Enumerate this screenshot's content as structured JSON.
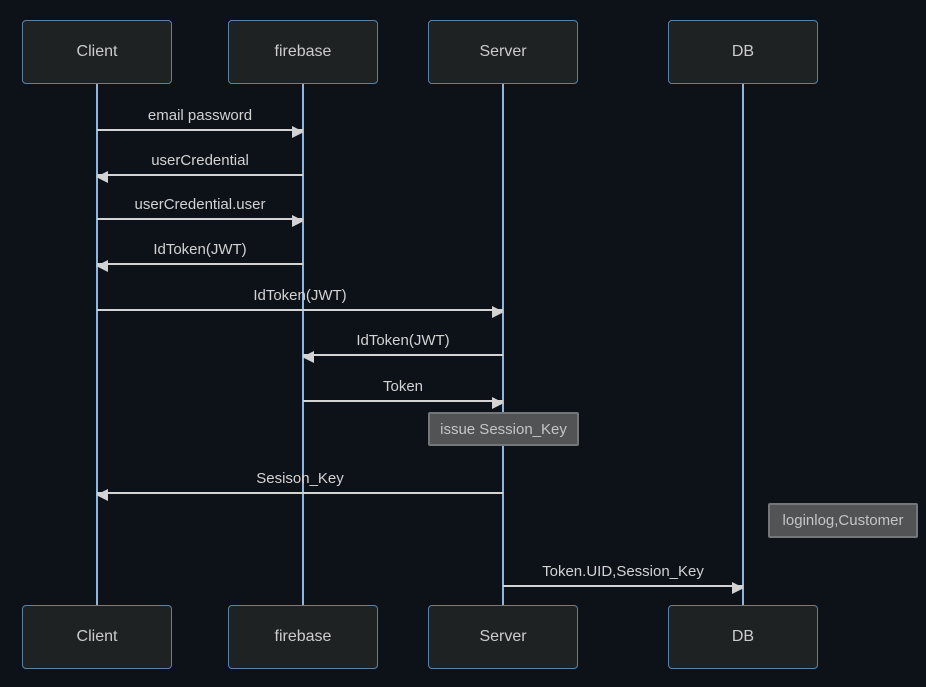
{
  "diagram_type": "sequence",
  "actors": [
    {
      "id": "client",
      "label": "Client"
    },
    {
      "id": "firebase",
      "label": "firebase"
    },
    {
      "id": "server",
      "label": "Server"
    },
    {
      "id": "db",
      "label": "DB"
    }
  ],
  "messages": [
    {
      "label": "email password",
      "from": "Client",
      "to": "firebase"
    },
    {
      "label": "userCredential",
      "from": "firebase",
      "to": "Client"
    },
    {
      "label": "userCredential.user",
      "from": "Client",
      "to": "firebase"
    },
    {
      "label": "IdToken(JWT)",
      "from": "firebase",
      "to": "Client"
    },
    {
      "label": "IdToken(JWT)",
      "from": "Client",
      "to": "Server"
    },
    {
      "label": "IdToken(JWT)",
      "from": "Server",
      "to": "firebase"
    },
    {
      "label": "Token",
      "from": "firebase",
      "to": "Server"
    },
    {
      "label": "Sesison_Key",
      "from": "Server",
      "to": "Client"
    },
    {
      "label": "Token.UID,Session_Key",
      "from": "Server",
      "to": "DB"
    }
  ],
  "notes": [
    {
      "label": "issue Session_Key",
      "position": "over Server"
    },
    {
      "label": "loginlog,Customer",
      "position": "right of DB"
    }
  ],
  "colors": {
    "background": "#0d1118",
    "actor_fill": "#1f2222",
    "actor_border": "#5b82a6",
    "lifeline": "#8cb6e0",
    "signal": "#d3d3d3",
    "actor_text": "#cccccc",
    "note_fill": "#515354",
    "note_border": "#74777a",
    "note_text": "#c4c5c7"
  }
}
